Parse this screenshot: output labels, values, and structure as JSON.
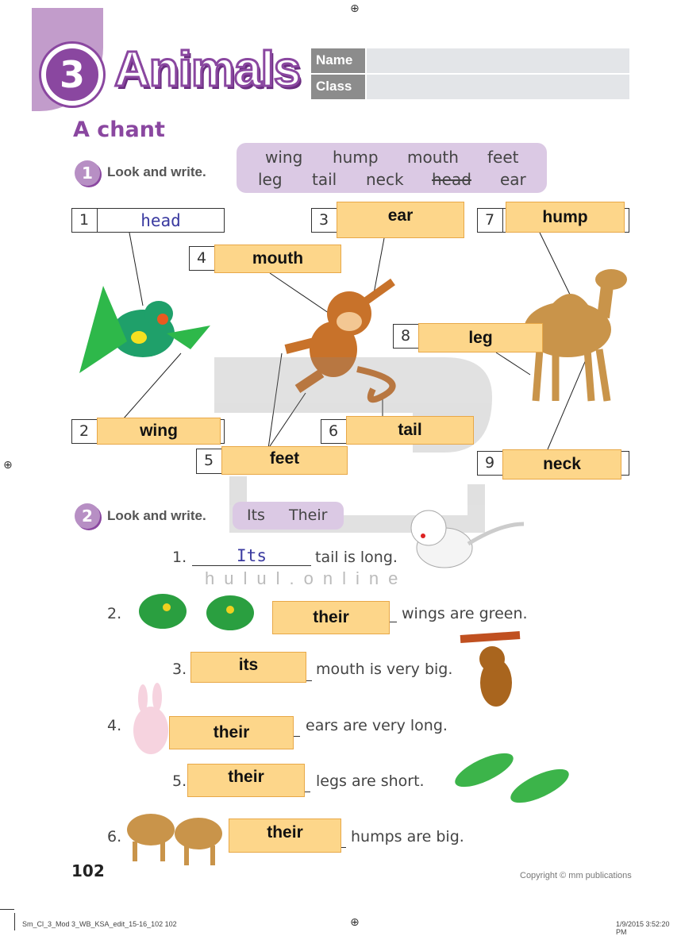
{
  "header": {
    "unit_number": "3",
    "unit_title": "Animals",
    "name_label": "Name",
    "class_label": "Class"
  },
  "section_title": "A chant",
  "exercise1": {
    "number": "1",
    "instruction": "Look and write.",
    "word_bank": [
      "wing",
      "hump",
      "mouth",
      "feet",
      "leg",
      "tail",
      "neck",
      "head",
      "ear"
    ],
    "labels": [
      {
        "n": "1",
        "answer": "head"
      },
      {
        "n": "2",
        "answer": "wing"
      },
      {
        "n": "3",
        "answer": "ear"
      },
      {
        "n": "4",
        "answer": "mouth"
      },
      {
        "n": "5",
        "answer": "feet"
      },
      {
        "n": "6",
        "answer": "tail"
      },
      {
        "n": "7",
        "answer": "hump"
      },
      {
        "n": "8",
        "answer": "leg"
      },
      {
        "n": "9",
        "answer": "neck"
      }
    ]
  },
  "exercise2": {
    "number": "2",
    "instruction": "Look and write.",
    "options": [
      "Its",
      "Their"
    ],
    "sentences": [
      {
        "n": "1.",
        "answer": "Its",
        "rest": "tail is long."
      },
      {
        "n": "2.",
        "answer": "their",
        "rest": "wings are green."
      },
      {
        "n": "3.",
        "answer": "its",
        "rest": "mouth is very big."
      },
      {
        "n": "4.",
        "answer": "their",
        "rest": "ears are very long."
      },
      {
        "n": "5.",
        "answer": "their",
        "rest": "legs are short."
      },
      {
        "n": "6.",
        "answer": "their",
        "rest": "humps are big."
      }
    ]
  },
  "footer": {
    "page_number": "102",
    "copyright": "Copyright © mm publications",
    "slug": "Sm_Cl_3_Mod 3_WB_KSA_edit_15-16_102   102",
    "timestamp": "1/9/2015   3:52:20 PM"
  },
  "watermark": "hulul.online"
}
